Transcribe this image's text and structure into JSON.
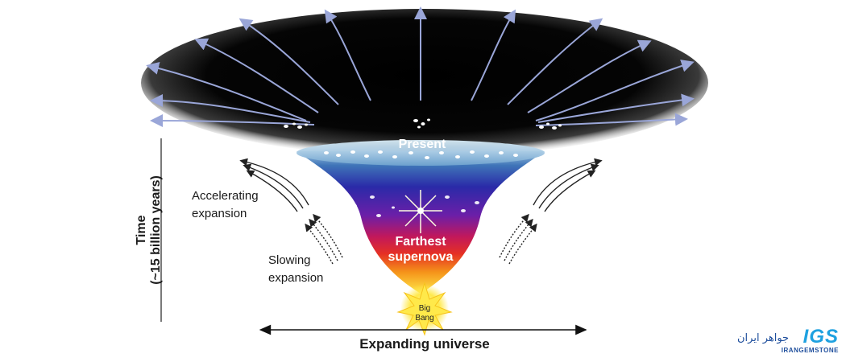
{
  "labels": {
    "present": "Present",
    "farthest_line1": "Farthest",
    "farthest_line2": "supernova",
    "big_bang_line1": "Big",
    "big_bang_line2": "Bang",
    "accelerating_line1": "Accelerating",
    "accelerating_line2": "expansion",
    "slowing_line1": "Slowing",
    "slowing_line2": "expansion",
    "time_line1": "Time",
    "time_line2": "(~15 billion years)",
    "expanding": "Expanding universe"
  },
  "logo": {
    "main": "IGS",
    "sub": "IRANGEMSTONE",
    "fa": "جواهر ایران"
  },
  "colors": {
    "space": "#000000",
    "arrow": "#9aa6d8",
    "funnel_top": "#7fb4d6",
    "funnel_mid_blue": "#2c2ca8",
    "funnel_purple": "#7a1aa0",
    "funnel_red": "#d81b2c",
    "funnel_orange": "#f28a12",
    "funnel_yellow": "#ffe23a",
    "text": "#1a1a1a",
    "logo_blue": "#1ea1e0"
  }
}
